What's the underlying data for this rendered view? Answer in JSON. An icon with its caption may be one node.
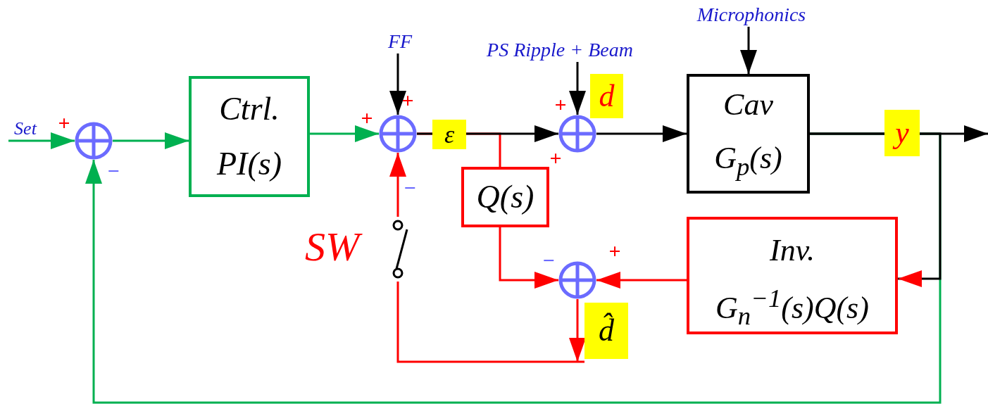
{
  "diagram": {
    "nodes": [
      {
        "text": [
          "Set"
        ]
      },
      {
        "text": [],
        "shape": "circle"
      },
      {
        "text": [
          "Ctrl.",
          "PI(s)"
        ]
      },
      {
        "text": [
          "FF"
        ]
      },
      {
        "text": [],
        "shape": "circle"
      },
      {
        "text": [
          "PS Ripple + Beam"
        ]
      },
      {
        "text": [],
        "shape": "circle"
      },
      {
        "text": [
          "Microphonics"
        ]
      },
      {
        "text": [
          "Cav",
          "G$_{p}$(s)"
        ]
      },
      {
        "text": [
          "Q(s)"
        ]
      },
      {
        "text": [],
        "shape": "circle"
      },
      {
        "text": [
          "Inv.",
          "G$_{n}$$^{−1}$(s)Q(s)"
        ]
      },
      {
        "text": [],
        "shape": "switch",
        "beside": [
          "SW"
        ]
      },
      {
        "text": [
          "d̂"
        ]
      }
    ],
    "edges": [
      {
        "from": 0,
        "to": 1,
        "arrow": "to",
        "color": "#00b050"
      },
      {
        "from": 1,
        "to": 2,
        "arrow": "to",
        "color": "#00b050"
      },
      {
        "from": 2,
        "to": 4,
        "arrow": "to",
        "color": "#00b050"
      },
      {
        "from": 3,
        "to": 4,
        "arrow": "to"
      },
      {
        "from": 4,
        "to": 6,
        "arrow": "to"
      },
      {
        "from": 5,
        "to": 6,
        "arrow": "to"
      },
      {
        "from": 6,
        "to": 8,
        "arrow": "to"
      },
      {
        "from": 7,
        "to": 8,
        "arrow": "to"
      },
      {
        "from": 8,
        "to": null,
        "arrow": "to"
      },
      {
        "from": 8,
        "to": 1,
        "arrow": "to",
        "color": "#00b050"
      },
      {
        "from": 8,
        "to": 11,
        "arrow": "to"
      },
      {
        "from": 4,
        "to": 9,
        "arrow": "none",
        "color": "#ff0000"
      },
      {
        "from": 9,
        "to": 10,
        "arrow": "to",
        "color": "#ff0000"
      },
      {
        "from": 11,
        "to": 10,
        "arrow": "to",
        "color": "#ff0000"
      },
      {
        "from": 10,
        "to": 13,
        "arrow": "to",
        "color": "#ff0000"
      },
      {
        "from": 13,
        "to": 12,
        "arrow": "none",
        "color": "#ff0000"
      },
      {
        "from": 12,
        "to": 4,
        "arrow": "to",
        "color": "#ff0000"
      }
    ],
    "labels": [
      "+",
      "+",
      "d",
      "+",
      "+",
      "ε",
      "y",
      "−",
      "+",
      "−",
      "−",
      "+"
    ]
  }
}
